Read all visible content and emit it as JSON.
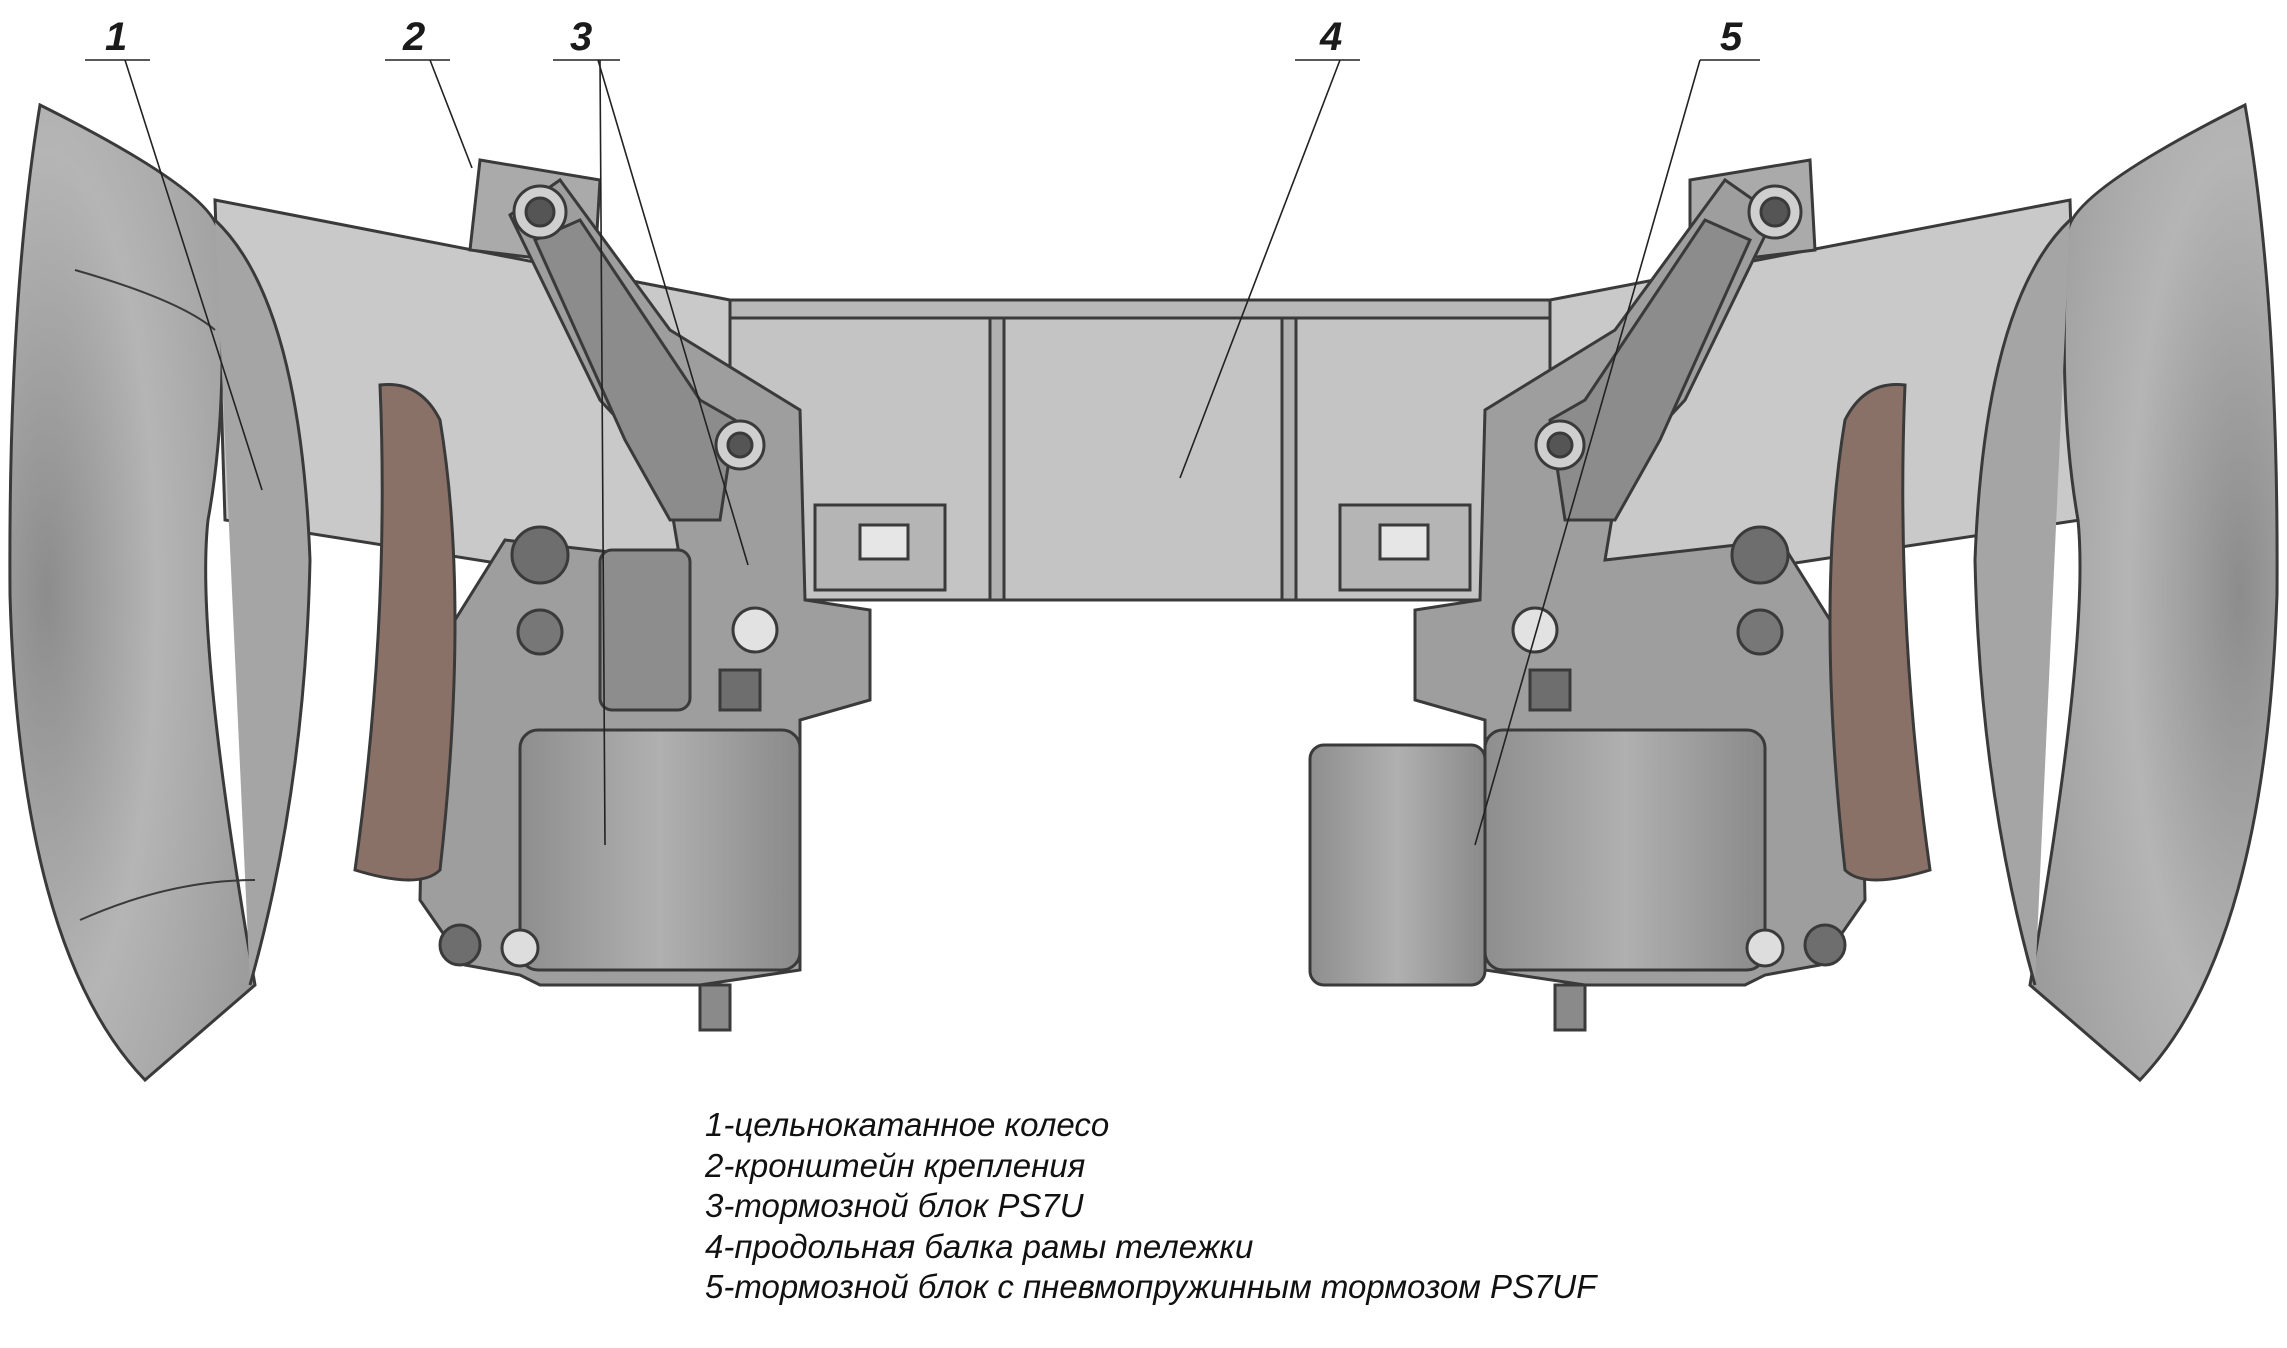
{
  "callouts": [
    {
      "id": "1",
      "label": "1"
    },
    {
      "id": "2",
      "label": "2"
    },
    {
      "id": "3",
      "label": "3"
    },
    {
      "id": "4",
      "label": "4"
    },
    {
      "id": "5",
      "label": "5"
    }
  ],
  "legend": [
    "1-цельнокатанное колесо",
    "2-кронштейн крепления",
    "3-тормозной блок PS7U",
    "4-продольная балка рамы тележки",
    "5-тормозной блок с пневмопружинным тормозом PS7UF"
  ],
  "colors": {
    "outline": "#3a3a3a",
    "frame_fill": "#c9c9c9",
    "wheel_fill": "#a9a9a9",
    "block_fill": "#9a9a9a",
    "shoe_fill": "#8a7168",
    "leader_line": "#222222"
  }
}
